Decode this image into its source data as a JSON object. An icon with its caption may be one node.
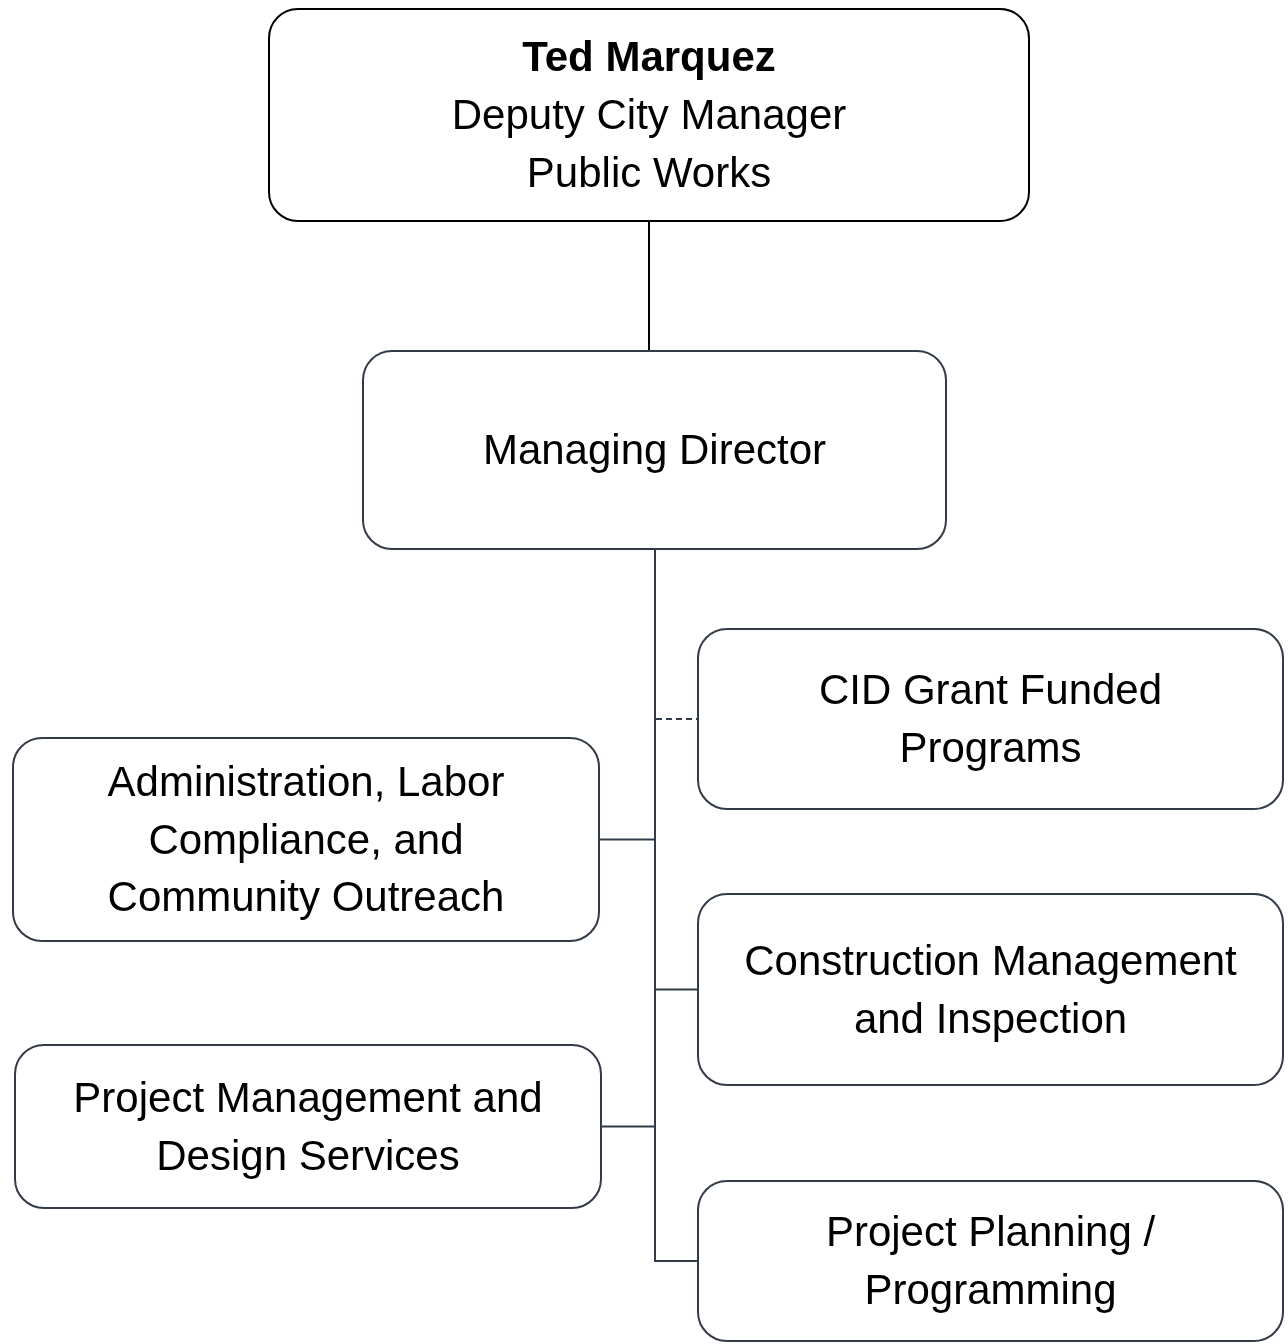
{
  "diagram": {
    "nodes": [
      {
        "text": [
          "Ted Marquez",
          "Deputy City Manager",
          "Public Works"
        ]
      },
      {
        "text": [
          "Managing Director"
        ]
      },
      {
        "text": [
          "CID Grant Funded Programs"
        ]
      },
      {
        "text": [
          "Administration, Labor Compliance, and Community Outreach"
        ]
      },
      {
        "text": [
          "Construction Management and Inspection"
        ]
      },
      {
        "text": [
          "Project Management and Design Services"
        ]
      },
      {
        "text": [
          "Project Planning / Programming"
        ]
      }
    ],
    "edges": [
      {
        "from": 0,
        "to": 1,
        "arrow": "none",
        "color": "#000000"
      },
      {
        "from": 1,
        "to": 2,
        "arrow": "none",
        "style": "dashed"
      },
      {
        "from": 1,
        "to": 3,
        "arrow": "none"
      },
      {
        "from": 1,
        "to": 4,
        "arrow": "none"
      },
      {
        "from": 1,
        "to": 5,
        "arrow": "none"
      },
      {
        "from": 1,
        "to": 6,
        "arrow": "none"
      }
    ]
  }
}
